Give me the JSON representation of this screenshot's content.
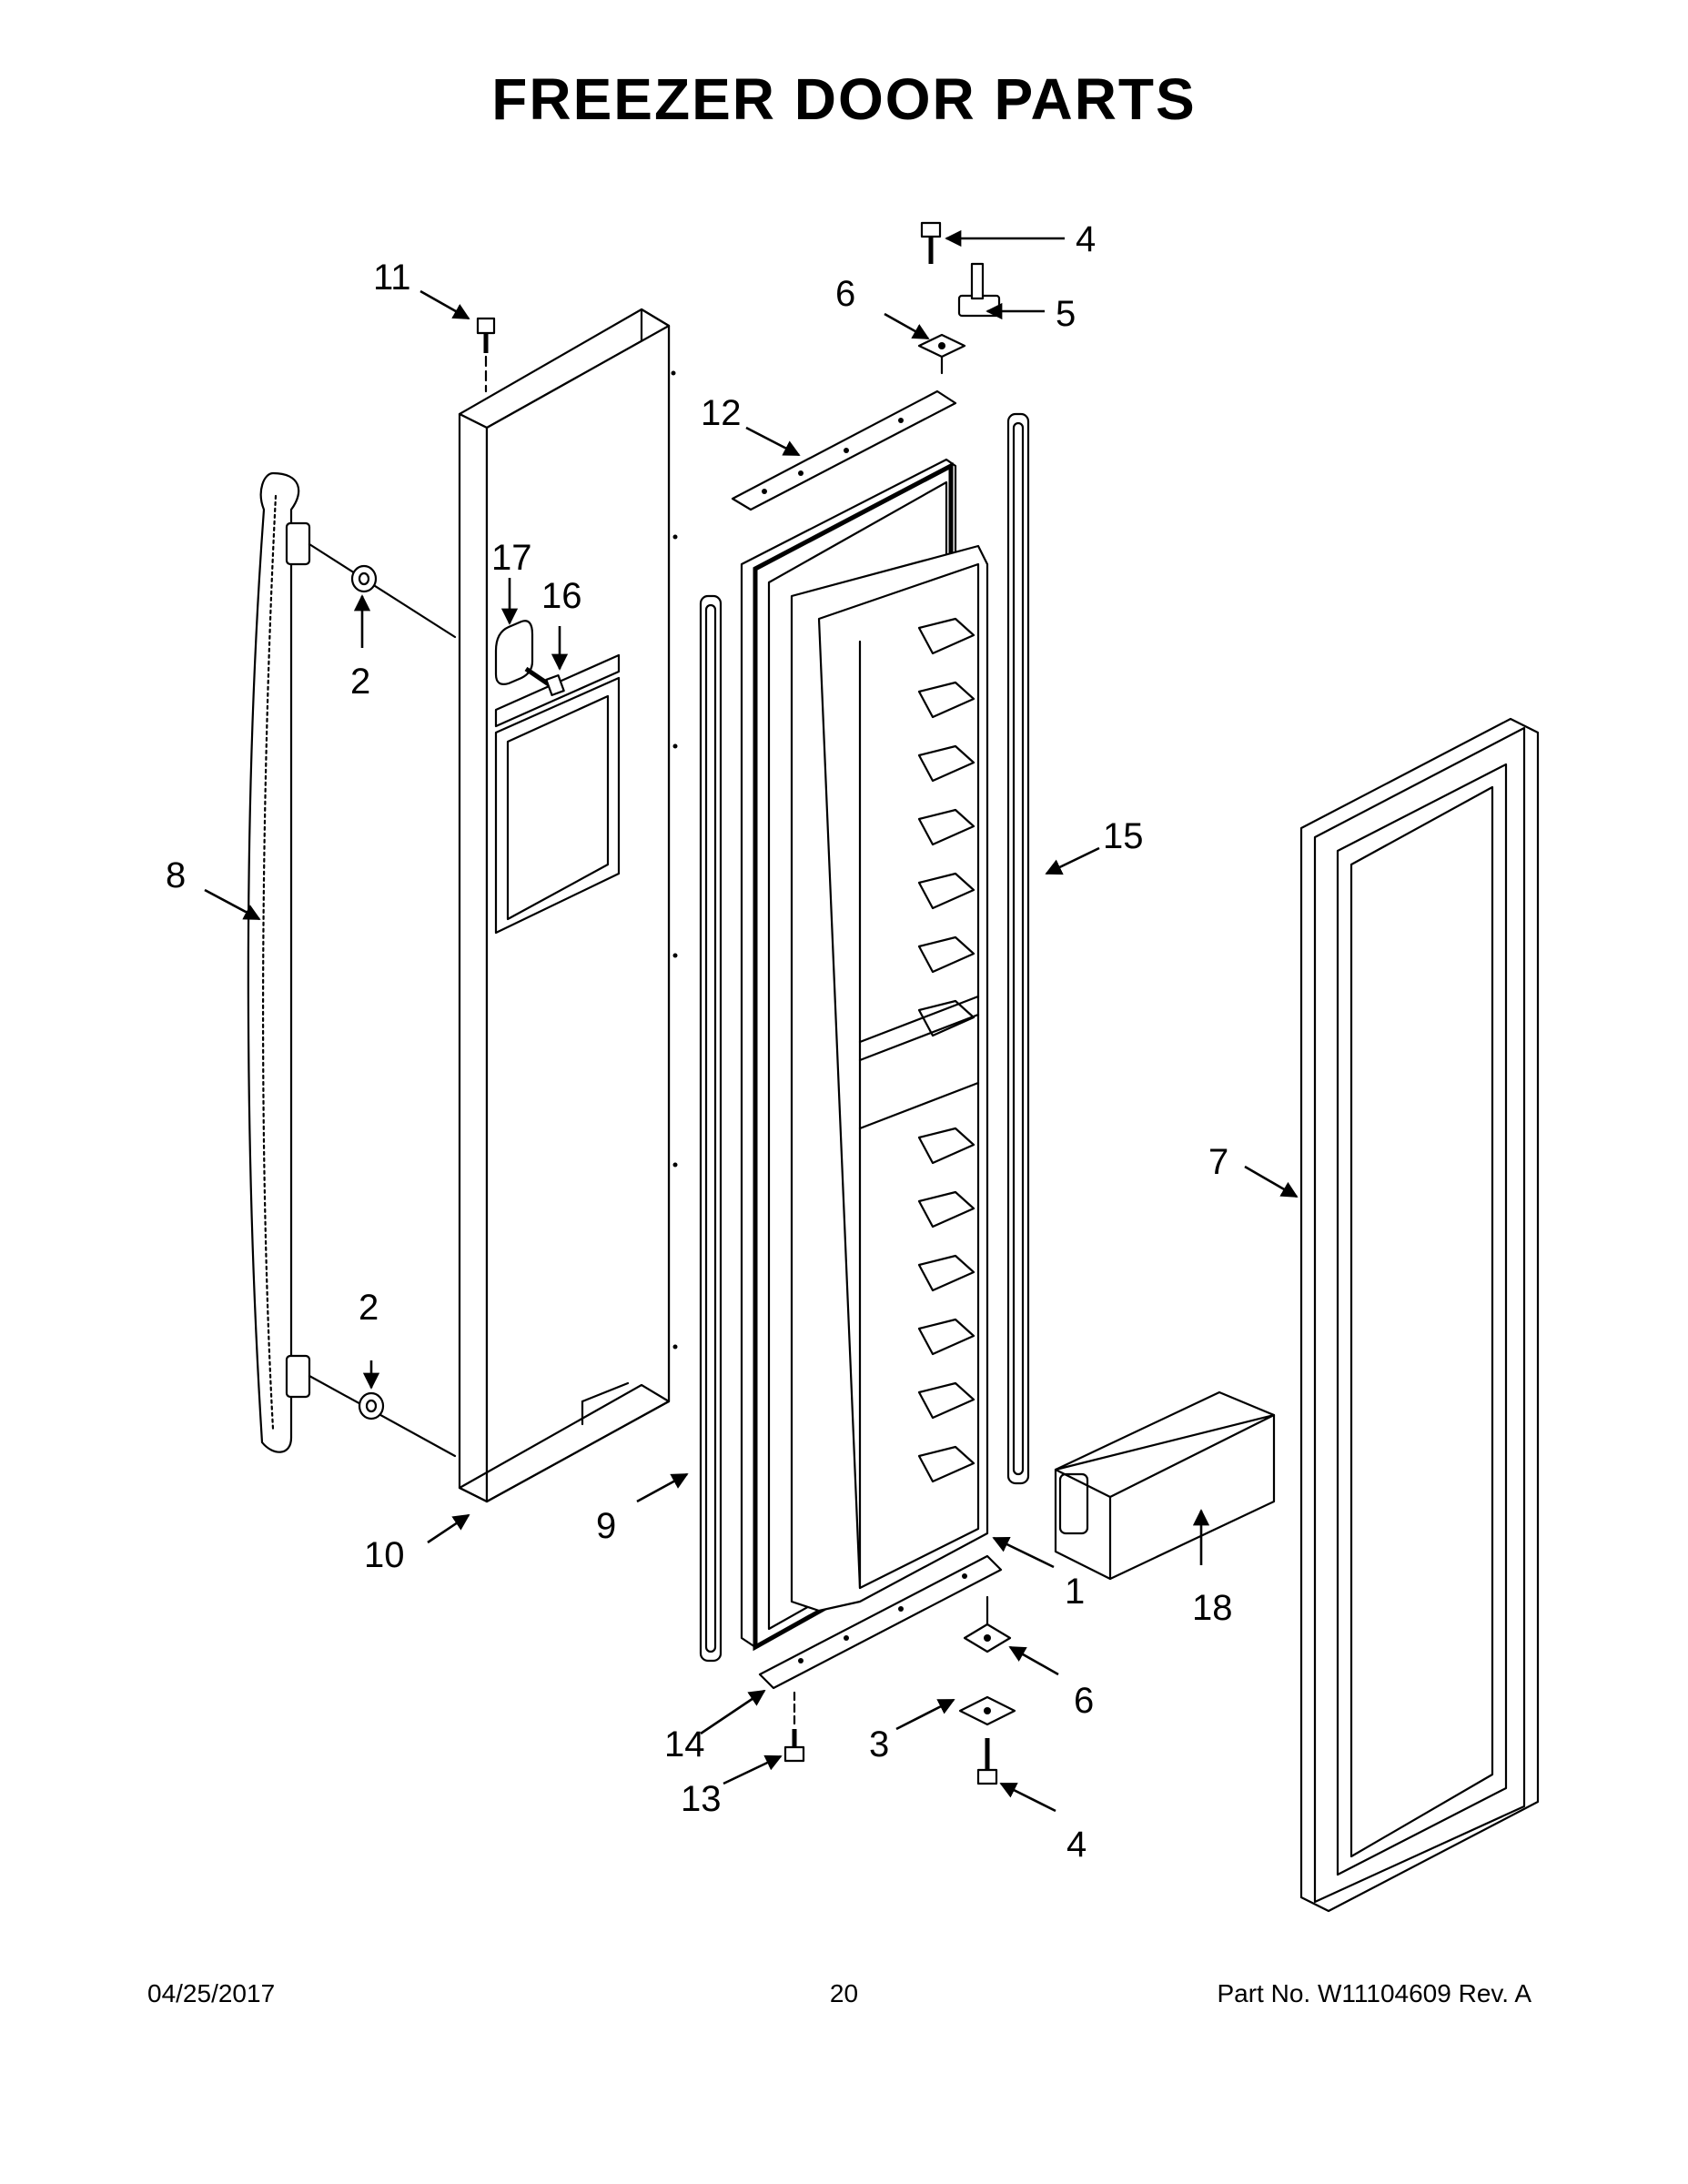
{
  "title": "FREEZER DOOR PARTS",
  "callouts": {
    "c1": "1",
    "c2a": "2",
    "c2b": "2",
    "c3": "3",
    "c4a": "4",
    "c4b": "4",
    "c5": "5",
    "c6a": "6",
    "c6b": "6",
    "c7": "7",
    "c8": "8",
    "c9": "9",
    "c10": "10",
    "c11": "11",
    "c12": "12",
    "c13": "13",
    "c14": "14",
    "c15": "15",
    "c16": "16",
    "c17": "17",
    "c18": "18"
  },
  "footer": {
    "date": "04/25/2017",
    "page": "20",
    "part": "Part No.  W11104609  Rev.  A"
  }
}
